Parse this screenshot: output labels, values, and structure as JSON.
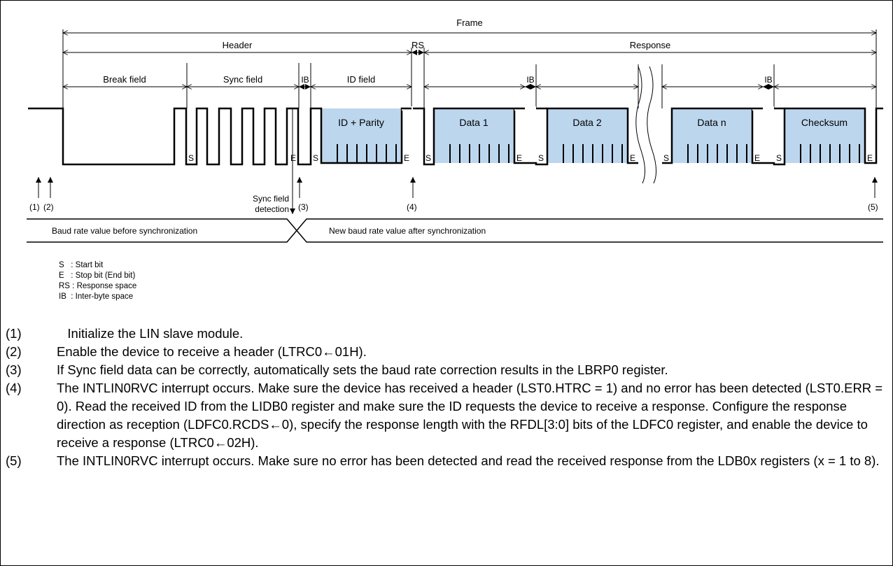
{
  "diagram": {
    "frame": "Frame",
    "header": "Header",
    "rs": "RS",
    "response": "Response",
    "fields": {
      "break": "Break field",
      "sync": "Sync field",
      "ib": "IB",
      "id": "ID field"
    },
    "boxes": [
      "ID + Parity",
      "Data 1",
      "Data 2",
      "Data n",
      "Checksum"
    ],
    "bits": {
      "start": "S",
      "stop": "E"
    },
    "markers": [
      "(1)",
      "(2)",
      "(3)",
      "(4)",
      "(5)"
    ],
    "sync_detect_line1": "Sync field",
    "sync_detect_line2": "detection",
    "baud_before": "Baud rate value before synchronization",
    "baud_after": "New baud rate value after synchronization"
  },
  "legend": [
    {
      "key": "S",
      "sep": "   : ",
      "text": "Start bit"
    },
    {
      "key": "E",
      "sep": "   : ",
      "text": "Stop bit (End bit)"
    },
    {
      "key": "RS",
      "sep": " : ",
      "text": "Response space"
    },
    {
      "key": "IB",
      "sep": "  : ",
      "text": "Inter-byte space"
    }
  ],
  "notes": [
    {
      "num": "(1)",
      "text": "   Initialize the LIN slave module."
    },
    {
      "num": "(2)",
      "text": "Enable the device to receive a header (LTRC0←01H)."
    },
    {
      "num": "(3)",
      "text": "If Sync field data can be correctly, automatically sets the baud rate correction results in the LBRP0 register."
    },
    {
      "num": "(4)",
      "text": "The INTLIN0RVC interrupt occurs. Make sure the device has received a header (LST0.HTRC = 1) and no error has been detected (LST0.ERR = 0). Read the received ID from the LIDB0 register and make sure the ID requests the device to receive a response. Configure the response direction as reception (LDFC0.RCDS←0), specify the response length with the RFDL[3:0] bits of the LDFC0 register, and enable the device to receive a response (LTRC0←02H)."
    },
    {
      "num": "(5)",
      "text": "The INTLIN0RVC interrupt occurs. Make sure no error has been detected and read the received response from the LDB0x registers (x = 1 to 8)."
    }
  ]
}
